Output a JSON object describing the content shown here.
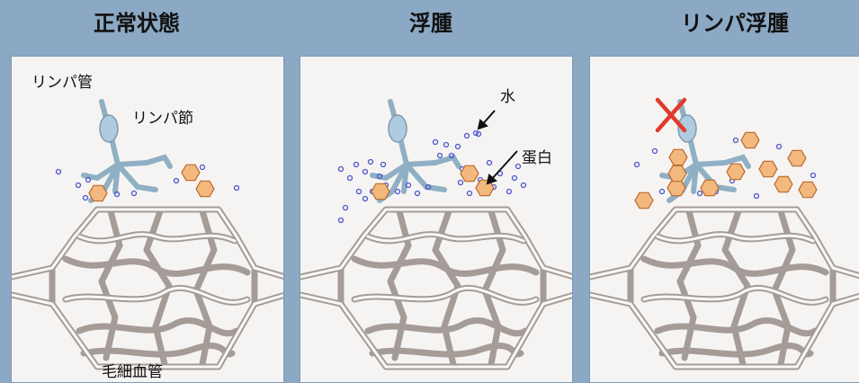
{
  "titles": {
    "normal": "正常状態",
    "edema": "浮腫",
    "lymphedema": "リンパ浮腫"
  },
  "labels": {
    "lymph_vessel": "リンパ管",
    "lymph_node": "リンパ節",
    "capillary": "毛細血管",
    "water": "水",
    "protein": "蛋白"
  },
  "colors": {
    "background": "#8ba8c4",
    "panel": "#f6f4f2",
    "vessel_outline": "#a59c97",
    "lymph": "#8fb0c4",
    "lymph_node": "#aecbe0",
    "water_dot": "#4a55d0",
    "protein_fill": "#f2b87e",
    "protein_stroke": "#b9682c",
    "blocked_mark": "#e03a2c"
  },
  "icons": {
    "water": "small-blue-circle",
    "protein": "orange-hexagon",
    "blocked": "red-x-mark"
  }
}
